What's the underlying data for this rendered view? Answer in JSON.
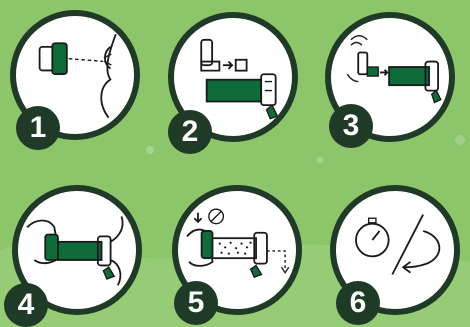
{
  "colors": {
    "background": "#8dc56b",
    "ring": "#1f3a26",
    "device": "#0f6b3a",
    "line": "#1a1a1a"
  },
  "steps": [
    {
      "number": "1",
      "icon": "inhaler-eye-check-icon"
    },
    {
      "number": "2",
      "icon": "inhaler-spacer-attach-icon"
    },
    {
      "number": "3",
      "icon": "shake-assemble-icon"
    },
    {
      "number": "4",
      "icon": "mouthpiece-seal-icon"
    },
    {
      "number": "5",
      "icon": "press-breathe-icon"
    },
    {
      "number": "6",
      "icon": "timer-repeat-icon"
    }
  ]
}
